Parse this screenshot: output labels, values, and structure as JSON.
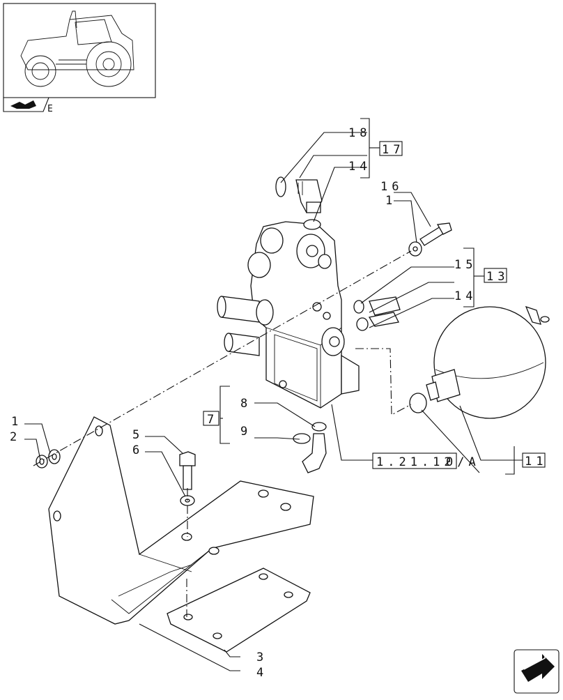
{
  "thumbnail": {
    "section_code": "E"
  },
  "callouts": {
    "c1a": "1",
    "c1b": "1",
    "c2": "2",
    "c3": "3",
    "c4": "4",
    "c5": "5",
    "c6": "6",
    "c8": "8",
    "c9": "9",
    "c14a": "14",
    "c14b": "14",
    "c15": "15",
    "c16": "16",
    "c18": "18"
  },
  "boxed_refs": {
    "r17": "17",
    "r13": "13",
    "r7": "7",
    "r11": "11",
    "r_cross": "1.21.12",
    "r_cross_suffix": "0/A"
  },
  "navigation": {
    "next_icon": "arrow-next-icon"
  }
}
